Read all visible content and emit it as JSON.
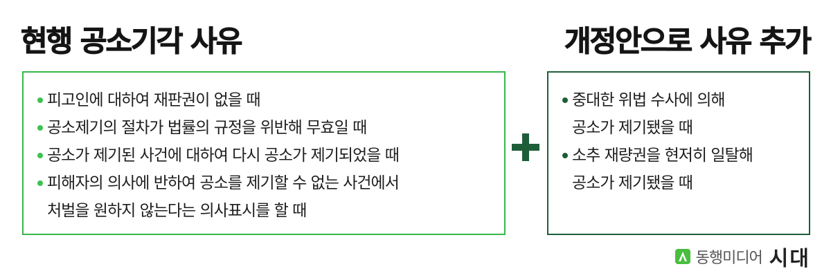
{
  "headings": {
    "left": "현행 공소기각 사유",
    "right": "개정안으로 사유 추가"
  },
  "current_reasons": [
    {
      "lines": [
        "피고인에 대하여 재판권이 없을 때"
      ]
    },
    {
      "lines": [
        "공소제기의 절차가 법률의 규정을 위반해 무효일 때"
      ]
    },
    {
      "lines": [
        "공소가 제기된 사건에 대하여 다시 공소가 제기되었을 때"
      ]
    },
    {
      "lines": [
        "피해자의 의사에 반하여 공소를 제기할 수 없는 사건에서",
        "처벌을 원하지 않는다는 의사표시를 할 때"
      ]
    }
  ],
  "added_reasons": [
    {
      "lines": [
        "중대한 위법 수사에 의해",
        "공소가 제기됐을 때"
      ]
    },
    {
      "lines": [
        "소추 재량권을 현저히 일탈해",
        "공소가 제기됐을 때"
      ]
    }
  ],
  "brand": {
    "name": "동행미디어",
    "name_emphasis": "시대",
    "logo_icon": "brand-logo-icon"
  },
  "colors": {
    "left_box_border": "#35b84a",
    "right_box_border": "#1d5e39",
    "plus": "#1d5e39",
    "brand_logo": "#49be3f"
  }
}
